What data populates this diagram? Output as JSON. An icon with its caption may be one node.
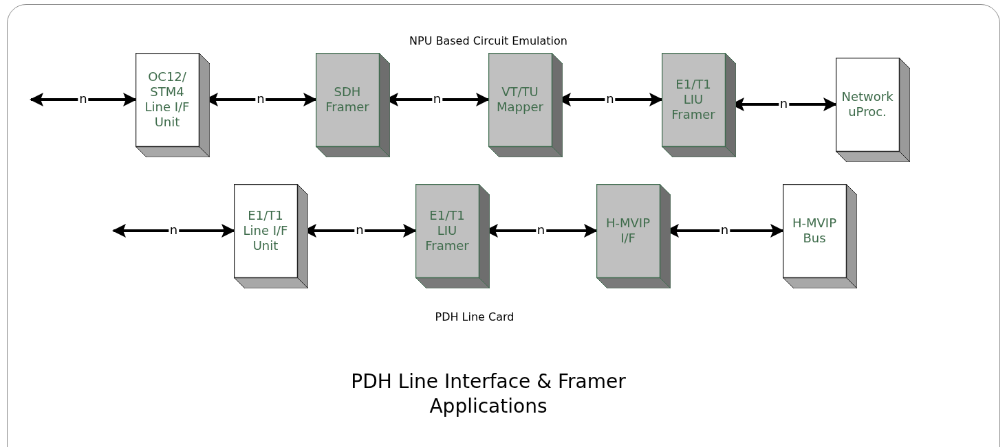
{
  "diagram": {
    "title": "PDH Line Interface & Framer Applications",
    "nodes": [
      {
        "text": [
          "OC12/ STM4 Line I/F Unit"
        ]
      },
      {
        "text": [
          "SDH Framer"
        ]
      },
      {
        "text": [
          "VT/TU Mapper"
        ]
      },
      {
        "text": [
          "E1/T1 LIU Framer"
        ]
      },
      {
        "text": [
          "Network uProc."
        ]
      },
      {
        "text": [
          "E1/T1 Line I/F Unit"
        ]
      },
      {
        "text": [
          "E1/T1 LIU Framer"
        ]
      },
      {
        "text": [
          "H-MVIP I/F"
        ]
      },
      {
        "text": [
          "H-MVIP Bus"
        ]
      }
    ],
    "edges": [
      {
        "from": null,
        "to": 0,
        "arrow": "both",
        "label": "n"
      },
      {
        "from": 0,
        "to": 1,
        "arrow": "both",
        "label": "n"
      },
      {
        "from": 1,
        "to": 2,
        "arrow": "both",
        "label": "n"
      },
      {
        "from": 2,
        "to": 3,
        "arrow": "both",
        "label": "n"
      },
      {
        "from": 3,
        "to": 4,
        "arrow": "both",
        "label": "n"
      },
      {
        "from": null,
        "to": 5,
        "arrow": "both",
        "label": "n"
      },
      {
        "from": 5,
        "to": 6,
        "arrow": "both",
        "label": "n"
      },
      {
        "from": 6,
        "to": 7,
        "arrow": "both",
        "label": "n"
      },
      {
        "from": 7,
        "to": 8,
        "arrow": "both",
        "label": "n"
      }
    ],
    "labels": [
      "NPU Based Circuit Emulation",
      "PDH Line Card"
    ]
  }
}
